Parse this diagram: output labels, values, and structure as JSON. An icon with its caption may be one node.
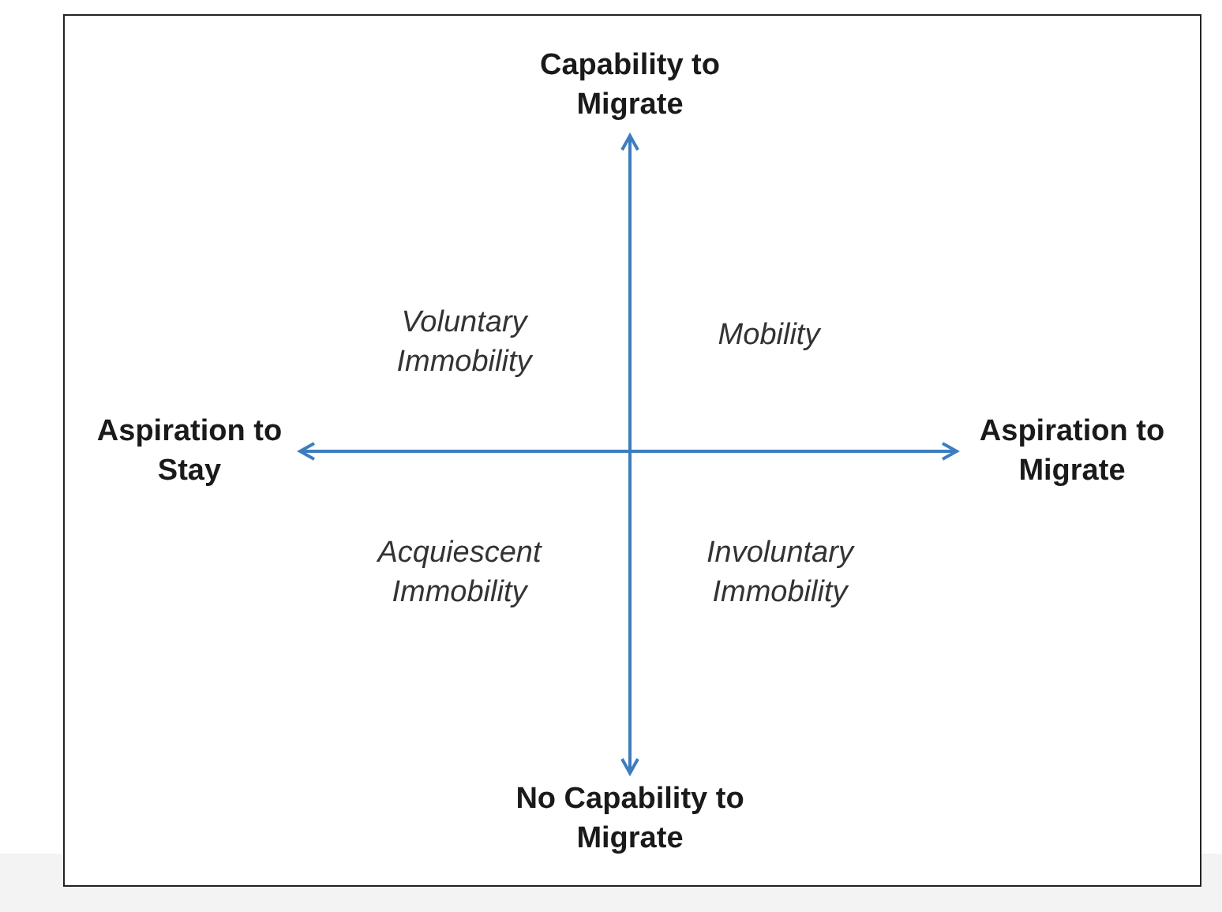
{
  "diagram": {
    "nodes": [
      {
        "text": [
          "Capability to Migrate"
        ]
      },
      {
        "text": [
          "Aspiration to Stay"
        ]
      },
      {
        "text": [
          "Aspiration to Migrate"
        ]
      },
      {
        "text": [
          "No Capability to Migrate"
        ]
      }
    ],
    "edges": [
      {
        "from": 0,
        "to": 3,
        "arrow": "both"
      },
      {
        "from": 1,
        "to": 2,
        "arrow": "both"
      }
    ],
    "labels": [
      "Voluntary Immobility",
      "Mobility",
      "Acquiescent Immobility",
      "Involuntary Immobility"
    ]
  }
}
